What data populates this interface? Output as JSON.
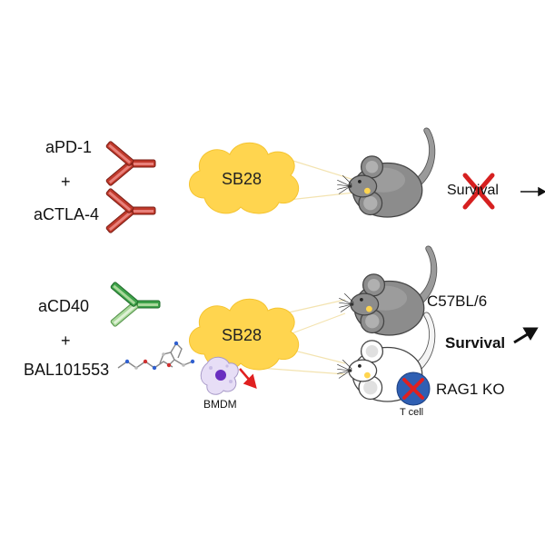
{
  "row1": {
    "drug1": "aPD-1",
    "plus": "+",
    "drug2": "aCTLA-4",
    "tumor": "SB28",
    "outcome": "Survival"
  },
  "row2": {
    "drug1": "aCD40",
    "plus": "+",
    "drug2": "BAL101553",
    "tumor": "SB28",
    "cell": "BMDM",
    "mouse1": "C57BL/6",
    "mouse2": "RAG1 KO",
    "tcell": "T cell",
    "outcome": "Survival"
  },
  "colors": {
    "antibody_red": "#c0392b",
    "antibody_red_light": "#e8807a",
    "antibody_green": "#3ea24a",
    "antibody_green_light": "#a8d89a",
    "tumor_cloud": "#ffd54f",
    "mouse_gray": "#8c8c8c",
    "mouse_white": "#ffffff",
    "cross": "#d62020",
    "tcell_blue": "#2f5fb3"
  },
  "icons": [
    "antibody-icon",
    "cloud-icon",
    "mouse-icon",
    "molecule-icon",
    "macrophage-icon",
    "tcell-icon",
    "cross-icon",
    "arrow-icon"
  ]
}
